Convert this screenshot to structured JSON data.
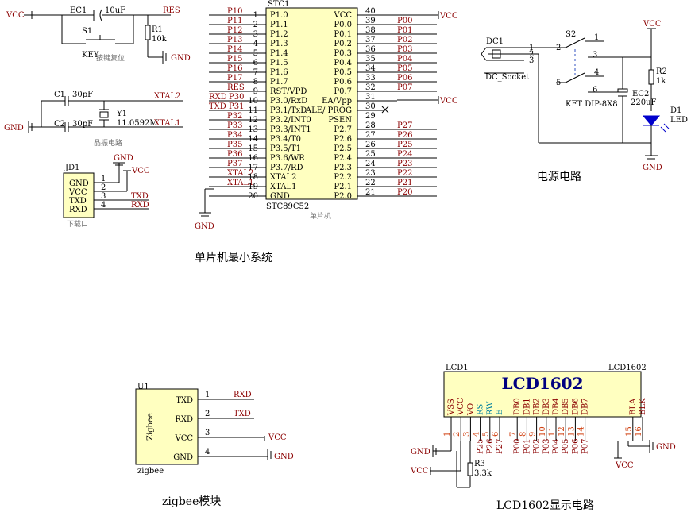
{
  "colors": {
    "wire": "#000000",
    "net_label": "#8b0000",
    "lcd_pin_number": "#d04010",
    "lcd_pin_name": "#8b0000",
    "lcd_pin_blue": "#0080a0",
    "lcd_body": "#ffffc0",
    "chip_body": "#ffffc0",
    "led": "#0000cc"
  },
  "section_titles": {
    "mcu": "单片机最小系统",
    "power": "电源电路",
    "zigbee": "zigbee模块",
    "lcd": "LCD1602显示电路"
  },
  "reset": {
    "vcc": "VCC",
    "ec_ref": "EC1",
    "ec_val": "10uF",
    "res_net": "RES",
    "sw_ref": "S1",
    "sw_name": "KEY",
    "r_ref": "R1",
    "r_val": "10k",
    "gnd": "GND",
    "caption": "按键复位"
  },
  "crystal": {
    "c1_ref": "C1",
    "c1_val": "30pF",
    "c2_ref": "C2",
    "c2_val": "30pF",
    "y_ref": "Y1",
    "y_val": "11.0592M",
    "xtal2": "XTAL2",
    "xtal1": "XTAL1",
    "gnd": "GND",
    "caption": "晶振电路"
  },
  "download": {
    "ref": "JD1",
    "gnd": "GND",
    "vcc": "VCC",
    "caption": "下载口",
    "pins": [
      {
        "name": "GND",
        "num": "1",
        "net": ""
      },
      {
        "name": "VCC",
        "num": "2",
        "net": ""
      },
      {
        "name": "TXD",
        "num": "3",
        "net": "TXD"
      },
      {
        "name": "RXD",
        "num": "4",
        "net": "RXD"
      }
    ]
  },
  "mcu": {
    "ref": "STC1",
    "part": "STC89C52",
    "caption": "单片机",
    "gnd": "GND",
    "vcc": "VCC",
    "left_pins": [
      {
        "net": "P10",
        "num": "1",
        "name": "P1.0"
      },
      {
        "net": "P11",
        "num": "2",
        "name": "P1.1"
      },
      {
        "net": "P12",
        "num": "3",
        "name": "P1.2"
      },
      {
        "net": "P13",
        "num": "4",
        "name": "P1.3"
      },
      {
        "net": "P14",
        "num": "5",
        "name": "P1.4"
      },
      {
        "net": "P15",
        "num": "6",
        "name": "P1.5"
      },
      {
        "net": "P16",
        "num": "7",
        "name": "P1.6"
      },
      {
        "net": "P17",
        "num": "8",
        "name": "P1.7"
      },
      {
        "net": "RES",
        "num": "9",
        "name": "RST/VPD"
      },
      {
        "net": "RXD",
        "num": "10",
        "name": "P3.0/RxD",
        "net2": "P30"
      },
      {
        "net": "TXD",
        "num": "11",
        "name": "P3.1/TxD",
        "net2": "P31"
      },
      {
        "net": "P32",
        "num": "12",
        "name": "P3.2/INT0"
      },
      {
        "net": "P33",
        "num": "13",
        "name": "P3.3/INT1"
      },
      {
        "net": "P34",
        "num": "14",
        "name": "P3.4/T0"
      },
      {
        "net": "P35",
        "num": "15",
        "name": "P3.5/T1"
      },
      {
        "net": "P36",
        "num": "16",
        "name": "P3.6/WR"
      },
      {
        "net": "P37",
        "num": "17",
        "name": "P3.7/RD"
      },
      {
        "net": "XTAL2",
        "num": "18",
        "name": "XTAL2"
      },
      {
        "net": "XTAL1",
        "num": "19",
        "name": "XTAL1"
      },
      {
        "net": "",
        "num": "20",
        "name": "GND"
      }
    ],
    "right_pins": [
      {
        "name": "VCC",
        "num": "40",
        "net": ""
      },
      {
        "name": "P0.0",
        "num": "39",
        "net": "P00"
      },
      {
        "name": "P0.1",
        "num": "38",
        "net": "P01"
      },
      {
        "name": "P0.2",
        "num": "37",
        "net": "P02"
      },
      {
        "name": "P0.3",
        "num": "36",
        "net": "P03"
      },
      {
        "name": "P0.4",
        "num": "35",
        "net": "P04"
      },
      {
        "name": "P0.5",
        "num": "34",
        "net": "P05"
      },
      {
        "name": "P0.6",
        "num": "33",
        "net": "P06"
      },
      {
        "name": "P0.7",
        "num": "32",
        "net": "P07"
      },
      {
        "name": "EA/Vpp",
        "num": "31",
        "net": ""
      },
      {
        "name": "ALE/ PROG",
        "num": "30",
        "net": ""
      },
      {
        "name": "PSEN",
        "num": "29",
        "net": ""
      },
      {
        "name": "P2.7",
        "num": "28",
        "net": "P27"
      },
      {
        "name": "P2.6",
        "num": "27",
        "net": "P26"
      },
      {
        "name": "P2.5",
        "num": "26",
        "net": "P25"
      },
      {
        "name": "P2.4",
        "num": "25",
        "net": "P24"
      },
      {
        "name": "P2.3",
        "num": "24",
        "net": "P23"
      },
      {
        "name": "P2.2",
        "num": "23",
        "net": "P22"
      },
      {
        "name": "P2.1",
        "num": "22",
        "net": "P21"
      },
      {
        "name": "P2.0",
        "num": "21",
        "net": "P20"
      }
    ]
  },
  "power": {
    "dc_ref": "DC1",
    "dc_name": "DC_Socket",
    "s_ref": "S2",
    "s_name": "KFT DIP-8X8",
    "vcc": "VCC",
    "r_ref": "R2",
    "r_val": "1k",
    "ec_ref": "EC2",
    "ec_val": "220uF",
    "led_ref": "D1",
    "led_name": "LED",
    "gnd": "GND",
    "dc_pins": [
      "1",
      "2",
      "3"
    ],
    "sw_pins": [
      "2",
      "1",
      "3",
      "5",
      "4",
      "6"
    ]
  },
  "zigbee": {
    "ref": "U1",
    "body_label": "Zigbee",
    "part": "zigbee",
    "vcc": "VCC",
    "gnd": "GND",
    "pins": [
      {
        "name": "TXD",
        "num": "1",
        "net": "RXD"
      },
      {
        "name": "RXD",
        "num": "2",
        "net": "TXD"
      },
      {
        "name": "VCC",
        "num": "3",
        "net": ""
      },
      {
        "name": "GND",
        "num": "4",
        "net": ""
      }
    ]
  },
  "lcd": {
    "ref": "LCD1",
    "part": "LCD1602",
    "body": "LCD1602",
    "gnd": "GND",
    "vcc": "VCC",
    "r_ref": "R3",
    "r_val": "3.3k",
    "pins": [
      {
        "name": "VSS",
        "num": "1",
        "net": ""
      },
      {
        "name": "VCC",
        "num": "2",
        "net": ""
      },
      {
        "name": "VO",
        "num": "3",
        "net": ""
      },
      {
        "name": "RS",
        "num": "4",
        "net": "P25"
      },
      {
        "name": "RW",
        "num": "5",
        "net": "P26"
      },
      {
        "name": "E",
        "num": "6",
        "net": "P27"
      },
      {
        "name": "DB0",
        "num": "7",
        "net": "P00"
      },
      {
        "name": "DB1",
        "num": "8",
        "net": "P01"
      },
      {
        "name": "DB2",
        "num": "9",
        "net": "P02"
      },
      {
        "name": "DB3",
        "num": "10",
        "net": "P03"
      },
      {
        "name": "DB4",
        "num": "11",
        "net": "P04"
      },
      {
        "name": "DB5",
        "num": "12",
        "net": "P05"
      },
      {
        "name": "DB6",
        "num": "13",
        "net": "P06"
      },
      {
        "name": "DB7",
        "num": "14",
        "net": "P07"
      },
      {
        "name": "BLA",
        "num": "15",
        "net": ""
      },
      {
        "name": "BLK",
        "num": "16",
        "net": ""
      }
    ]
  }
}
